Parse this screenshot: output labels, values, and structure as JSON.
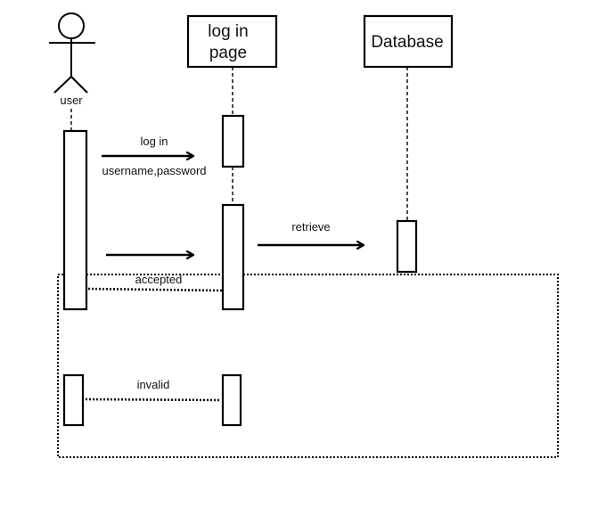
{
  "participants": {
    "user": {
      "label": "user"
    },
    "login_page": {
      "line1": "log in",
      "line2": "page"
    },
    "database": {
      "label": "Database"
    }
  },
  "messages": {
    "login": {
      "label": "log in"
    },
    "credentials": {
      "label": "username,password"
    },
    "retrieve": {
      "label": "retrieve"
    },
    "accepted": {
      "label": "accepted"
    },
    "invalid": {
      "label": "invalid"
    }
  },
  "colors": {
    "stroke": "#000000",
    "text": "#111111",
    "background": "#ffffff"
  }
}
